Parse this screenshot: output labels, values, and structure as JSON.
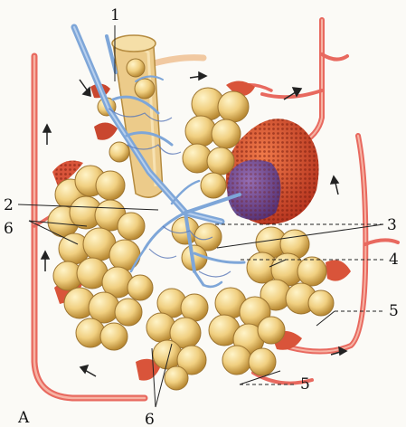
{
  "figure": {
    "panel_letter": "A",
    "labels": {
      "l1": "1",
      "l2": "2",
      "l3": "3",
      "l4": "4",
      "l5a": "5",
      "l5b": "5",
      "l6a": "6",
      "l6b": "6"
    },
    "colors": {
      "artery": "#e8695f",
      "artery_light": "#f49d8a",
      "vein": "#7ea6d8",
      "vein_dark": "#5a78b8",
      "alveolus_fill": "#f2d58a",
      "alveolus_shade": "#c99a3e",
      "capillary_mesh": "#c0392b",
      "capillary_venous": "#5d3f8c"
    },
    "icons": [
      "flow-arrow-icon"
    ]
  }
}
